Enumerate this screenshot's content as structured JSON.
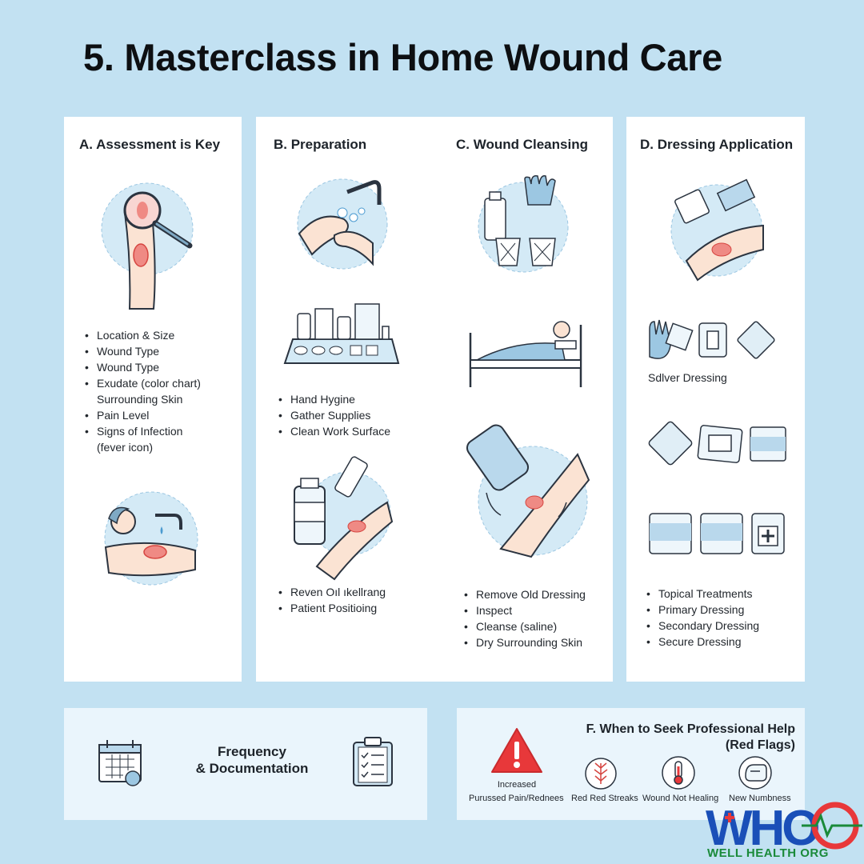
{
  "title": "5. Masterclass in Home Wound Care",
  "sections": {
    "a": {
      "heading": "A. Assessment is Key",
      "bullets": [
        "Location & Size",
        "Wound Type",
        "Wound Type",
        "Exudate (color chart)"
      ],
      "continuation": "Surrounding Skin",
      "bullets2": [
        "Pain Level",
        "Signs of Infection"
      ],
      "continuation2": "(fever icon)"
    },
    "b": {
      "heading": "B. Preparation",
      "bullets": [
        "Hand Hygine",
        "Gather Supplies",
        "Clean Work Surface"
      ],
      "bullets2": [
        "Reven Oıl ıkellrang",
        "Patient Positioing"
      ]
    },
    "c": {
      "heading": "C. Wound Cleansing",
      "bullets": [
        "Remove Old Dressing",
        "Inspect",
        "Cleanse (saline)",
        "Dry Surrounding Skin"
      ]
    },
    "d": {
      "heading": "D. Dressing Application",
      "caption": "Sdlver Dressing",
      "bullets": [
        "Topical Treatments",
        "Primary Dressing",
        "Secondary Dressing",
        "Secure Dressing"
      ]
    },
    "e": {
      "line1": "Frequency",
      "line2": "& Documentation"
    },
    "f": {
      "title_line1": "F. When to Seek Professional Help",
      "title_line2": "(Red Flags)",
      "flags": [
        {
          "top": "Increased",
          "label": "Purussed Pain/Rednees"
        },
        {
          "label": "Red Red Streaks"
        },
        {
          "label": "Wound Not Healing"
        },
        {
          "label": "New Numbness"
        }
      ]
    }
  },
  "logo": {
    "letters": "WHO",
    "text": "WELL HEALTH ORG"
  },
  "colors": {
    "background": "#c2e1f2",
    "circle": "#d4eaf6",
    "accent_red": "#e8383a",
    "ink": "#2b3440",
    "logo_blue": "#1a4fb8",
    "logo_green": "#1a8a3a"
  }
}
